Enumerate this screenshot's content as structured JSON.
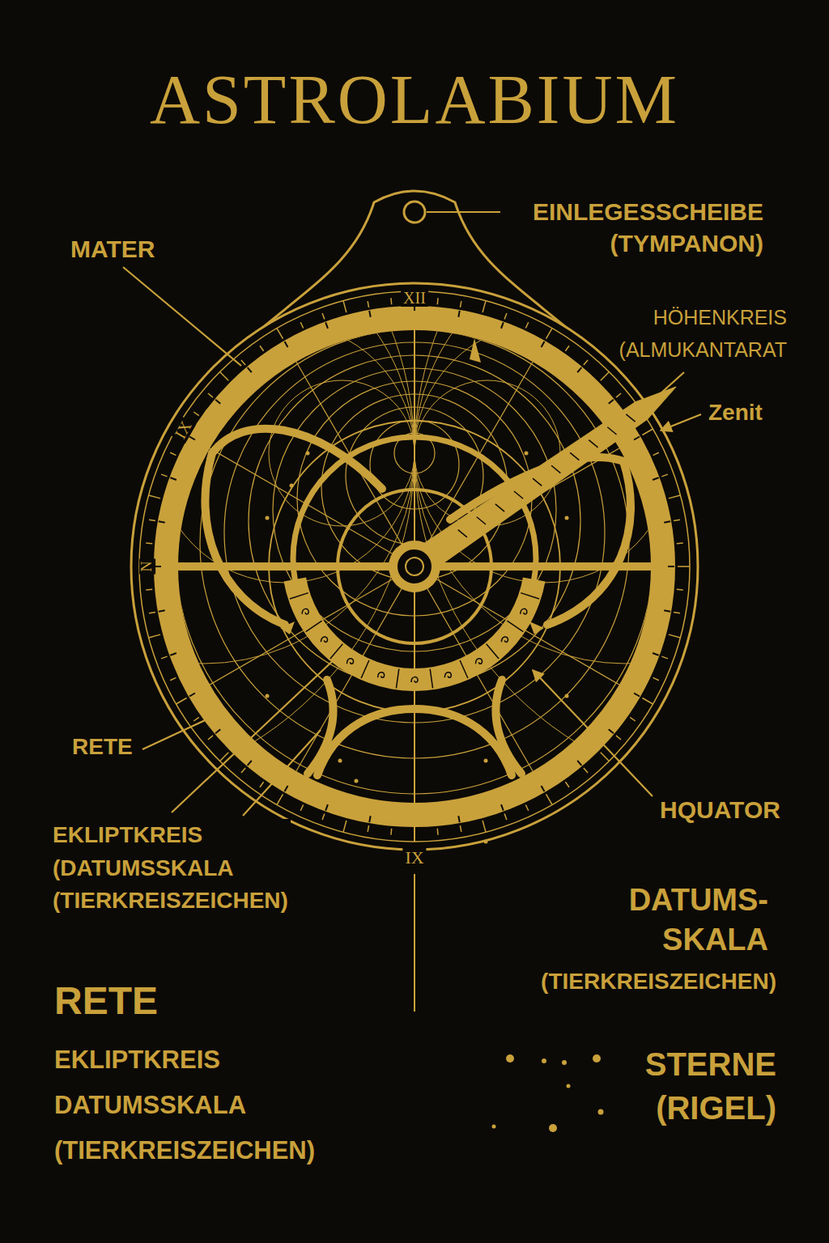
{
  "diagram": {
    "title": "ASTROLABIUM",
    "labels": [
      "EINLEGESSCHEIBE (TYMPANON)",
      "MATER",
      "HÖHENKREIS (ALMUKANTARAT",
      "Zenit",
      "XII",
      "IX",
      "N",
      "IX",
      "RETE",
      "EKLIPTKREIS (DATUMSSKALA (TIERKREISZEICHEN)",
      "HQUATOR",
      "DATUMS- SKALA",
      "(TIERKREISZEICHEN)",
      "RETE",
      "EKLIPTKREIS DATUMSSKALA (TIERKREISZEICHEN)",
      "STERNE (RIGEL)"
    ]
  }
}
